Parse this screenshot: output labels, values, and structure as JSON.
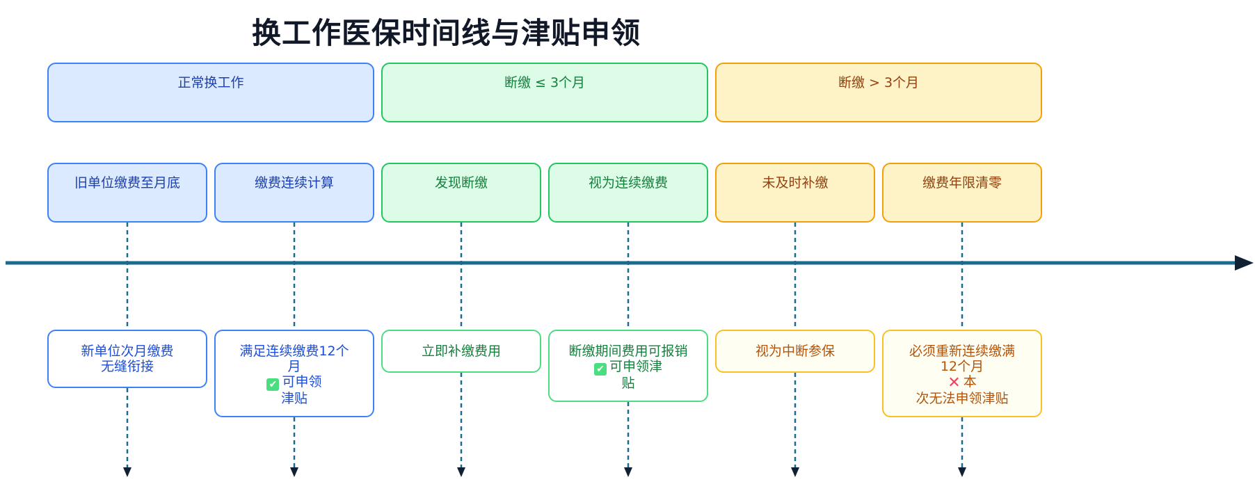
{
  "title": "换工作医保时间线与津贴申领",
  "sections": [
    {
      "label": "正常换工作",
      "theme": "blue"
    },
    {
      "label": "断缴 ≤ 3个月",
      "theme": "green"
    },
    {
      "label": "断缴 > 3个月",
      "theme": "amber"
    }
  ],
  "phases": [
    {
      "label": "旧单位缴费至月底",
      "theme": "blue"
    },
    {
      "label": "缴费连续计算",
      "theme": "blue"
    },
    {
      "label": "发现断缴",
      "theme": "green"
    },
    {
      "label": "视为连续缴费",
      "theme": "green"
    },
    {
      "label": "未及时补缴",
      "theme": "amber"
    },
    {
      "label": "缴费年限清零",
      "theme": "amber"
    }
  ],
  "notes": [
    {
      "lines": [
        "新单位次月缴费",
        "无缝衔接"
      ],
      "theme": "blue"
    },
    {
      "lines": [
        "满足连续缴费12个",
        "月",
        "可申领",
        "津贴"
      ],
      "icon": "check-icon",
      "theme": "blue"
    },
    {
      "lines": [
        "立即补缴费用"
      ],
      "theme": "green"
    },
    {
      "lines": [
        "断缴期间费用可报销",
        "可申领津",
        "贴"
      ],
      "icon": "check-icon",
      "theme": "green"
    },
    {
      "lines": [
        "视为中断参保"
      ],
      "theme": "amber"
    },
    {
      "lines": [
        "必须重新连续缴满",
        "12个月",
        "本",
        "次无法申领津贴"
      ],
      "icon": "cross-icon",
      "theme": "amber"
    }
  ],
  "colors": {
    "timeline": "#1b6b8f",
    "arrowhead": "#0f2133",
    "blue_border": "#3b82f6",
    "green_border": "#22c55e",
    "amber_border": "#f59e0b"
  }
}
